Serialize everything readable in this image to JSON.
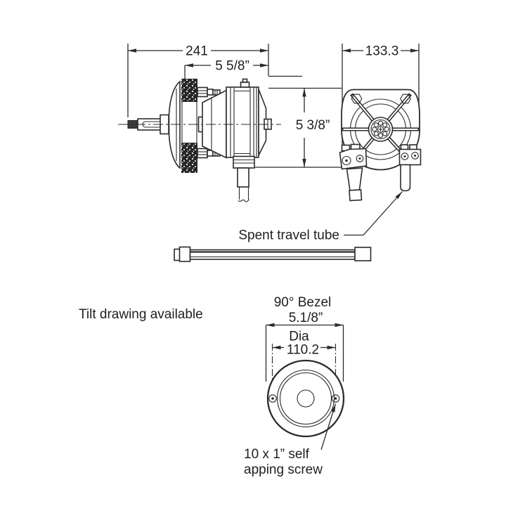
{
  "colors": {
    "background": "#ffffff",
    "line": "#2b2b2b",
    "text": "#1f1f1f"
  },
  "side_view": {
    "dim_overall_mm": "241",
    "dim_mount_in": "5 5/8”",
    "dim_height_in": "5 3/8”"
  },
  "front_view": {
    "dim_width_mm": "133.3",
    "spent_travel_tube_label": "Spent travel tube"
  },
  "notes": {
    "tilt": "Tilt drawing available"
  },
  "bezel_view": {
    "title": "90° Bezel",
    "dim_diameter_in": "5.1/8”",
    "diameter_word": "Dia",
    "dim_diameter_mm": "110.2",
    "screw_note_line1": "10 x 1” self",
    "screw_note_line2": "apping screw"
  }
}
